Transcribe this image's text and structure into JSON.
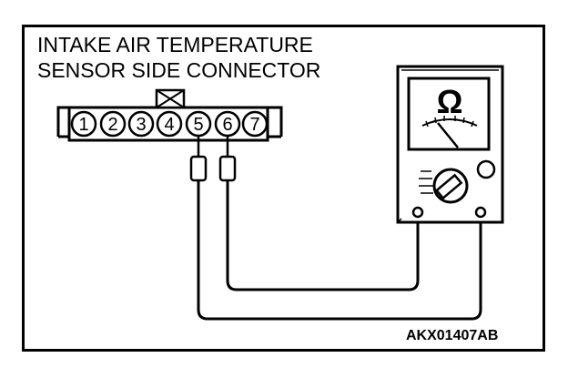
{
  "title_lines": [
    "INTAKE AIR TEMPERATURE",
    "SENSOR SIDE CONNECTOR"
  ],
  "connector_pins": [
    "1",
    "2",
    "3",
    "4",
    "5",
    "6",
    "7"
  ],
  "meter_symbol": "Ω",
  "figure_code": "AKX01407AB",
  "icons": {
    "lock_tab": "lock-tab-icon",
    "meter_dial": "dial-icon"
  },
  "colors": {
    "ink": "#000000",
    "background": "#ffffff"
  }
}
